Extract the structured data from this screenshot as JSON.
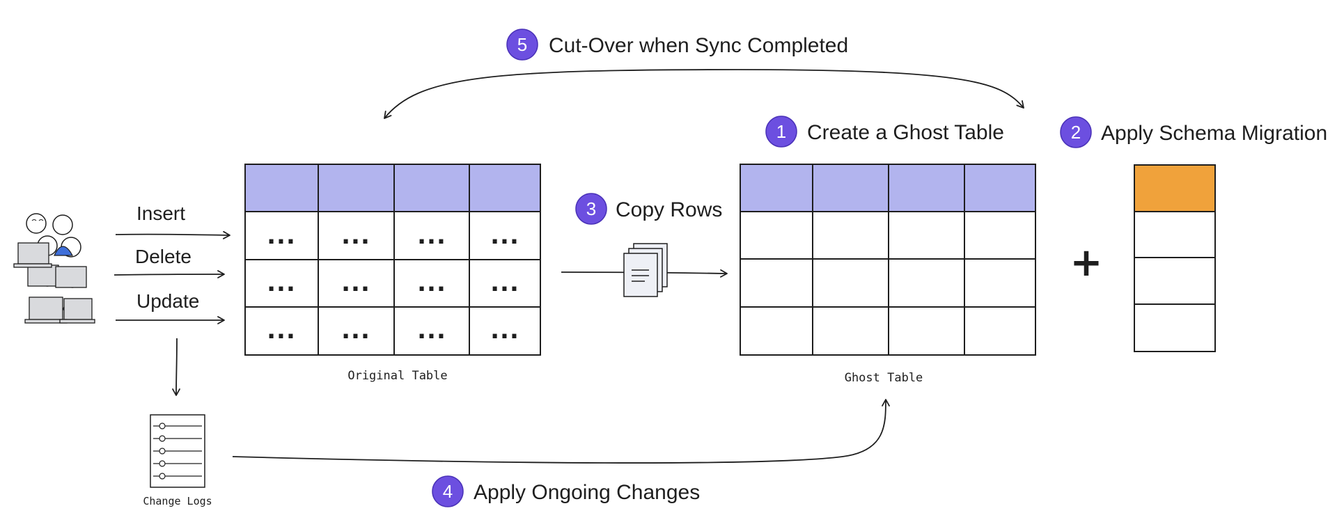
{
  "steps": {
    "step1": {
      "number": "1",
      "label": "Create a Ghost Table"
    },
    "step2": {
      "number": "2",
      "label": "Apply Schema Migration"
    },
    "step3": {
      "number": "3",
      "label": "Copy Rows"
    },
    "step4": {
      "number": "4",
      "label": "Apply Ongoing Changes"
    },
    "step5": {
      "number": "5",
      "label": "Cut-Over when Sync Completed"
    }
  },
  "operations": {
    "insert": "Insert",
    "delete": "Delete",
    "update": "Update"
  },
  "original_table": {
    "caption": "Original Table",
    "header_color": "#b2b4ee",
    "cell_text": "..."
  },
  "ghost_table": {
    "caption": "Ghost Table",
    "header_color": "#b2b4ee"
  },
  "schema_column": {
    "header_color": "#f0a23b"
  },
  "plus_sign": "+",
  "change_logs": {
    "caption": "Change Logs"
  },
  "colors": {
    "badge": "#6c4fe0",
    "user_shirt": "#3f6fd9"
  },
  "icons": {
    "users": "users-at-laptops-icon",
    "documents": "document-stack-icon",
    "change_logs": "change-log-icon"
  }
}
